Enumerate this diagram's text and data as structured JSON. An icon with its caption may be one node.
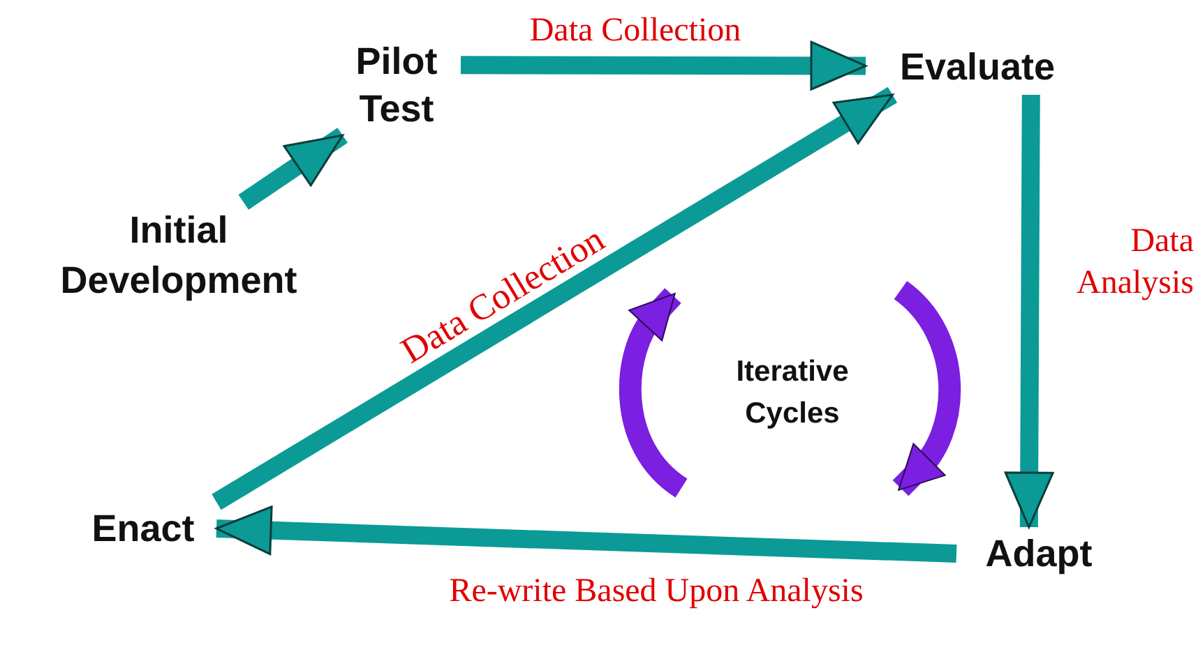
{
  "diagram": {
    "nodes": [
      {
        "text": [
          "Pilot Test"
        ]
      },
      {
        "text": [
          "Evaluate"
        ]
      },
      {
        "text": [
          "Initial Development"
        ]
      },
      {
        "text": [
          "Enact"
        ]
      },
      {
        "text": [
          "Adapt"
        ]
      }
    ],
    "edges": [
      {
        "from": 2,
        "to": 0,
        "arrow": "to"
      },
      {
        "from": 0,
        "to": 1,
        "arrow": "to",
        "label": "Data Collection"
      },
      {
        "from": 3,
        "to": 1,
        "arrow": "to",
        "label": "Data Collection"
      },
      {
        "from": 1,
        "to": 4,
        "arrow": "to",
        "label": "Data Analysis"
      },
      {
        "from": 4,
        "to": 3,
        "arrow": "to",
        "label": "Re-write Based Upon Analysis"
      }
    ],
    "labels": [
      "Iterative Cycles"
    ]
  }
}
